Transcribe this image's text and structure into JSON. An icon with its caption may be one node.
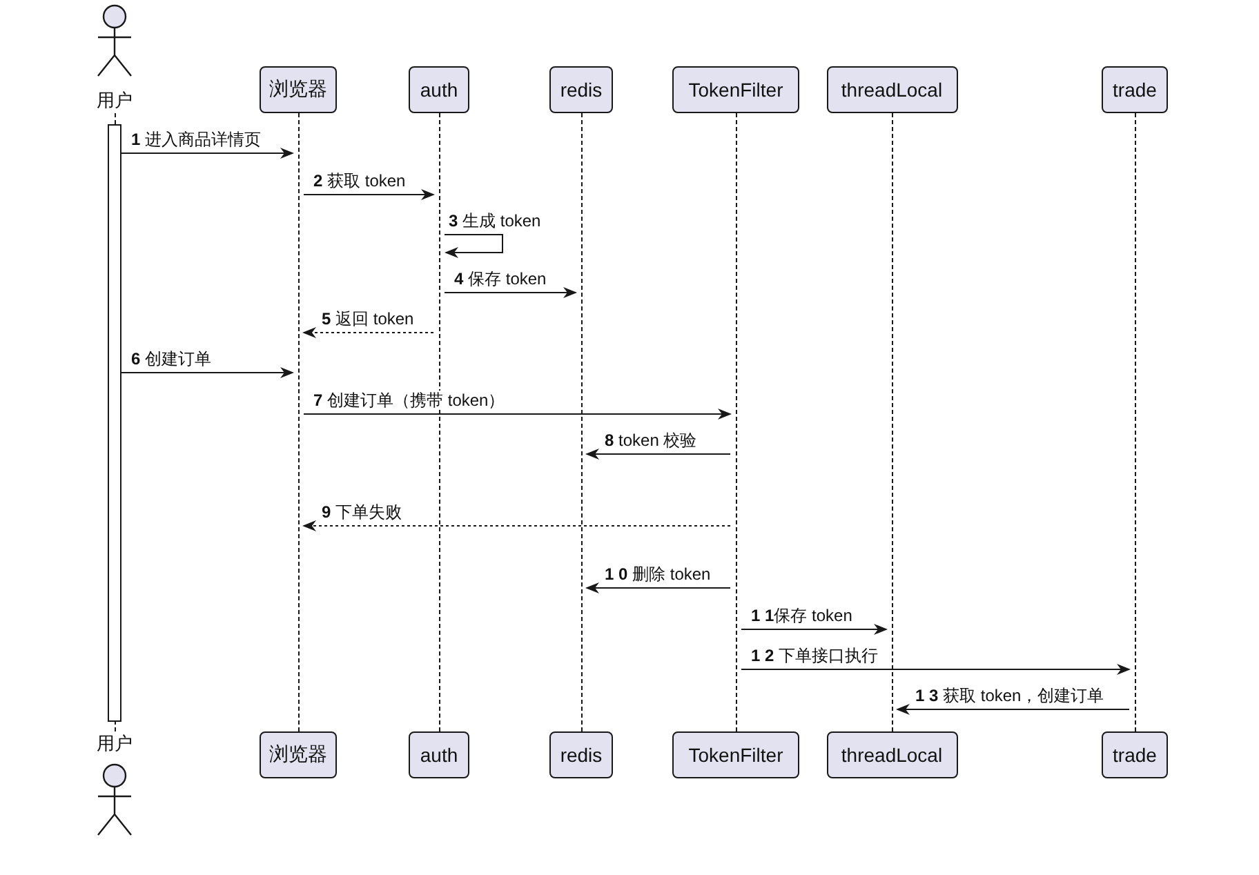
{
  "diagram": {
    "nodes": [
      {
        "text": [
          "用户"
        ]
      },
      {
        "text": [
          "浏览器"
        ]
      },
      {
        "text": [
          "auth"
        ]
      },
      {
        "text": [
          "redis"
        ]
      },
      {
        "text": [
          "TokenFilter"
        ]
      },
      {
        "text": [
          "threadLocal"
        ]
      },
      {
        "text": [
          "trade"
        ]
      },
      {
        "text": [
          "用户"
        ]
      },
      {
        "text": [
          "浏览器"
        ]
      },
      {
        "text": [
          "auth"
        ]
      },
      {
        "text": [
          "redis"
        ]
      },
      {
        "text": [
          "TokenFilter"
        ]
      },
      {
        "text": [
          "threadLocal"
        ]
      },
      {
        "text": [
          "trade"
        ]
      },
      {
        "text": [],
        "shape": "line"
      },
      {
        "text": [],
        "shape": "bar",
        "in": 14
      },
      {
        "text": [],
        "shape": "line"
      },
      {
        "text": [],
        "shape": "line"
      },
      {
        "text": [],
        "shape": "line"
      },
      {
        "text": [],
        "shape": "line"
      },
      {
        "text": [],
        "shape": "line"
      },
      {
        "text": [],
        "shape": "line"
      }
    ],
    "edges": [
      {
        "from": 15,
        "to": 16,
        "arrow": "to",
        "label": "**1** 进入商品详情页"
      },
      {
        "from": 16,
        "to": 17,
        "arrow": "to",
        "label": "**2** 获取 token"
      },
      {
        "from": 17,
        "to": 17,
        "arrow": "to",
        "label": "**3** 生成 token"
      },
      {
        "from": 17,
        "to": 18,
        "arrow": "to",
        "label": "**4** 保存 token"
      },
      {
        "from": 17,
        "to": 16,
        "arrow": "to",
        "label": "**5** 返回 token",
        "style": "dashed"
      },
      {
        "from": 15,
        "to": 16,
        "arrow": "to",
        "label": "**6** 创建订单"
      },
      {
        "from": 16,
        "to": 19,
        "arrow": "to",
        "label": "**7** 创建订单（携带 token）"
      },
      {
        "from": 19,
        "to": 18,
        "arrow": "to",
        "label": "**8** token 校验"
      },
      {
        "from": 19,
        "to": 16,
        "arrow": "to",
        "label": "**9** 下单失败",
        "style": "dashed"
      },
      {
        "from": 19,
        "to": 18,
        "arrow": "to",
        "label": "**1 0** 删除 token"
      },
      {
        "from": 19,
        "to": 20,
        "arrow": "to",
        "label": "**1 1**保存 token"
      },
      {
        "from": 19,
        "to": 21,
        "arrow": "to",
        "label": "**1 2** 下单接口执行"
      },
      {
        "from": 21,
        "to": 20,
        "arrow": "to",
        "label": "**1 3** 获取 token，创建订单"
      }
    ]
  }
}
